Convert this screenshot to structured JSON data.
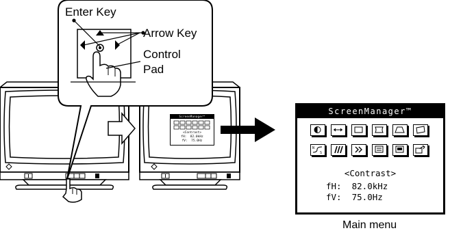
{
  "callout": {
    "enter_key": "Enter Key",
    "arrow_key": "Arrow Key",
    "control_pad_line1": "Control",
    "control_pad_line2": "Pad"
  },
  "main_menu": {
    "title": "ScreenManager™",
    "selected_item": "<Contrast>",
    "fh_row": "fH:  82.0kHz",
    "fv_row": "fV:  75.0Hz",
    "icons_row1": [
      "contrast-icon",
      "size-icon",
      "position-icon",
      "pincushion-icon",
      "trapezoid-icon",
      "rotation-icon"
    ],
    "icons_row2": [
      "color-adjust-icon",
      "moire-icon",
      "next-icon",
      "screen-icon",
      "settings-icon",
      "exit-icon"
    ]
  },
  "mini_menu": {
    "title": "ScreenManager™",
    "selected_item": "<Contrast>",
    "fh_row": "fH:  82.0kHz",
    "fv_row": "fV:  75.0Hz"
  },
  "caption": "Main menu"
}
